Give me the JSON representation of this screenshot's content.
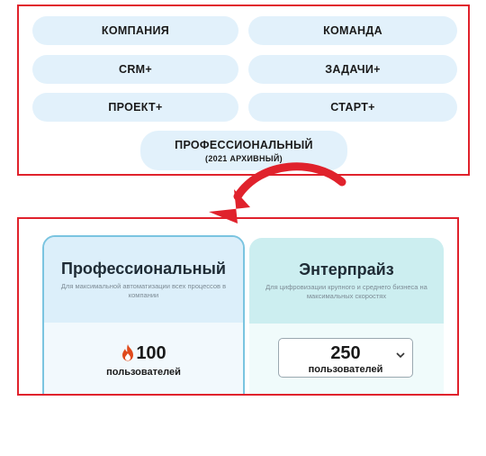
{
  "plans_grid": {
    "items": [
      {
        "label": "КОМПАНИЯ"
      },
      {
        "label": "КОМАНДА"
      },
      {
        "label": "CRM+"
      },
      {
        "label": "ЗАДАЧИ+"
      },
      {
        "label": "ПРОЕКТ+"
      },
      {
        "label": "СТАРТ+"
      }
    ],
    "professional": {
      "label": "ПРОФЕССИОНАЛЬНЫЙ",
      "sub": "(2021 АРХИВНЫЙ)"
    }
  },
  "cards": {
    "pro": {
      "title": "Профессиональный",
      "description": "Для максимальной автоматизации всех процессов в компании",
      "users_count": "100",
      "users_label": "пользователей"
    },
    "enterprise": {
      "title": "Энтерпрайз",
      "description": "Для цифровизации крупного и среднего бизнеса на максимальных скоростях",
      "users_count": "250",
      "users_label": "пользователей"
    }
  },
  "colors": {
    "frame": "#e0222c",
    "pill": "#e2f1fb",
    "arrow": "#e0222c"
  }
}
